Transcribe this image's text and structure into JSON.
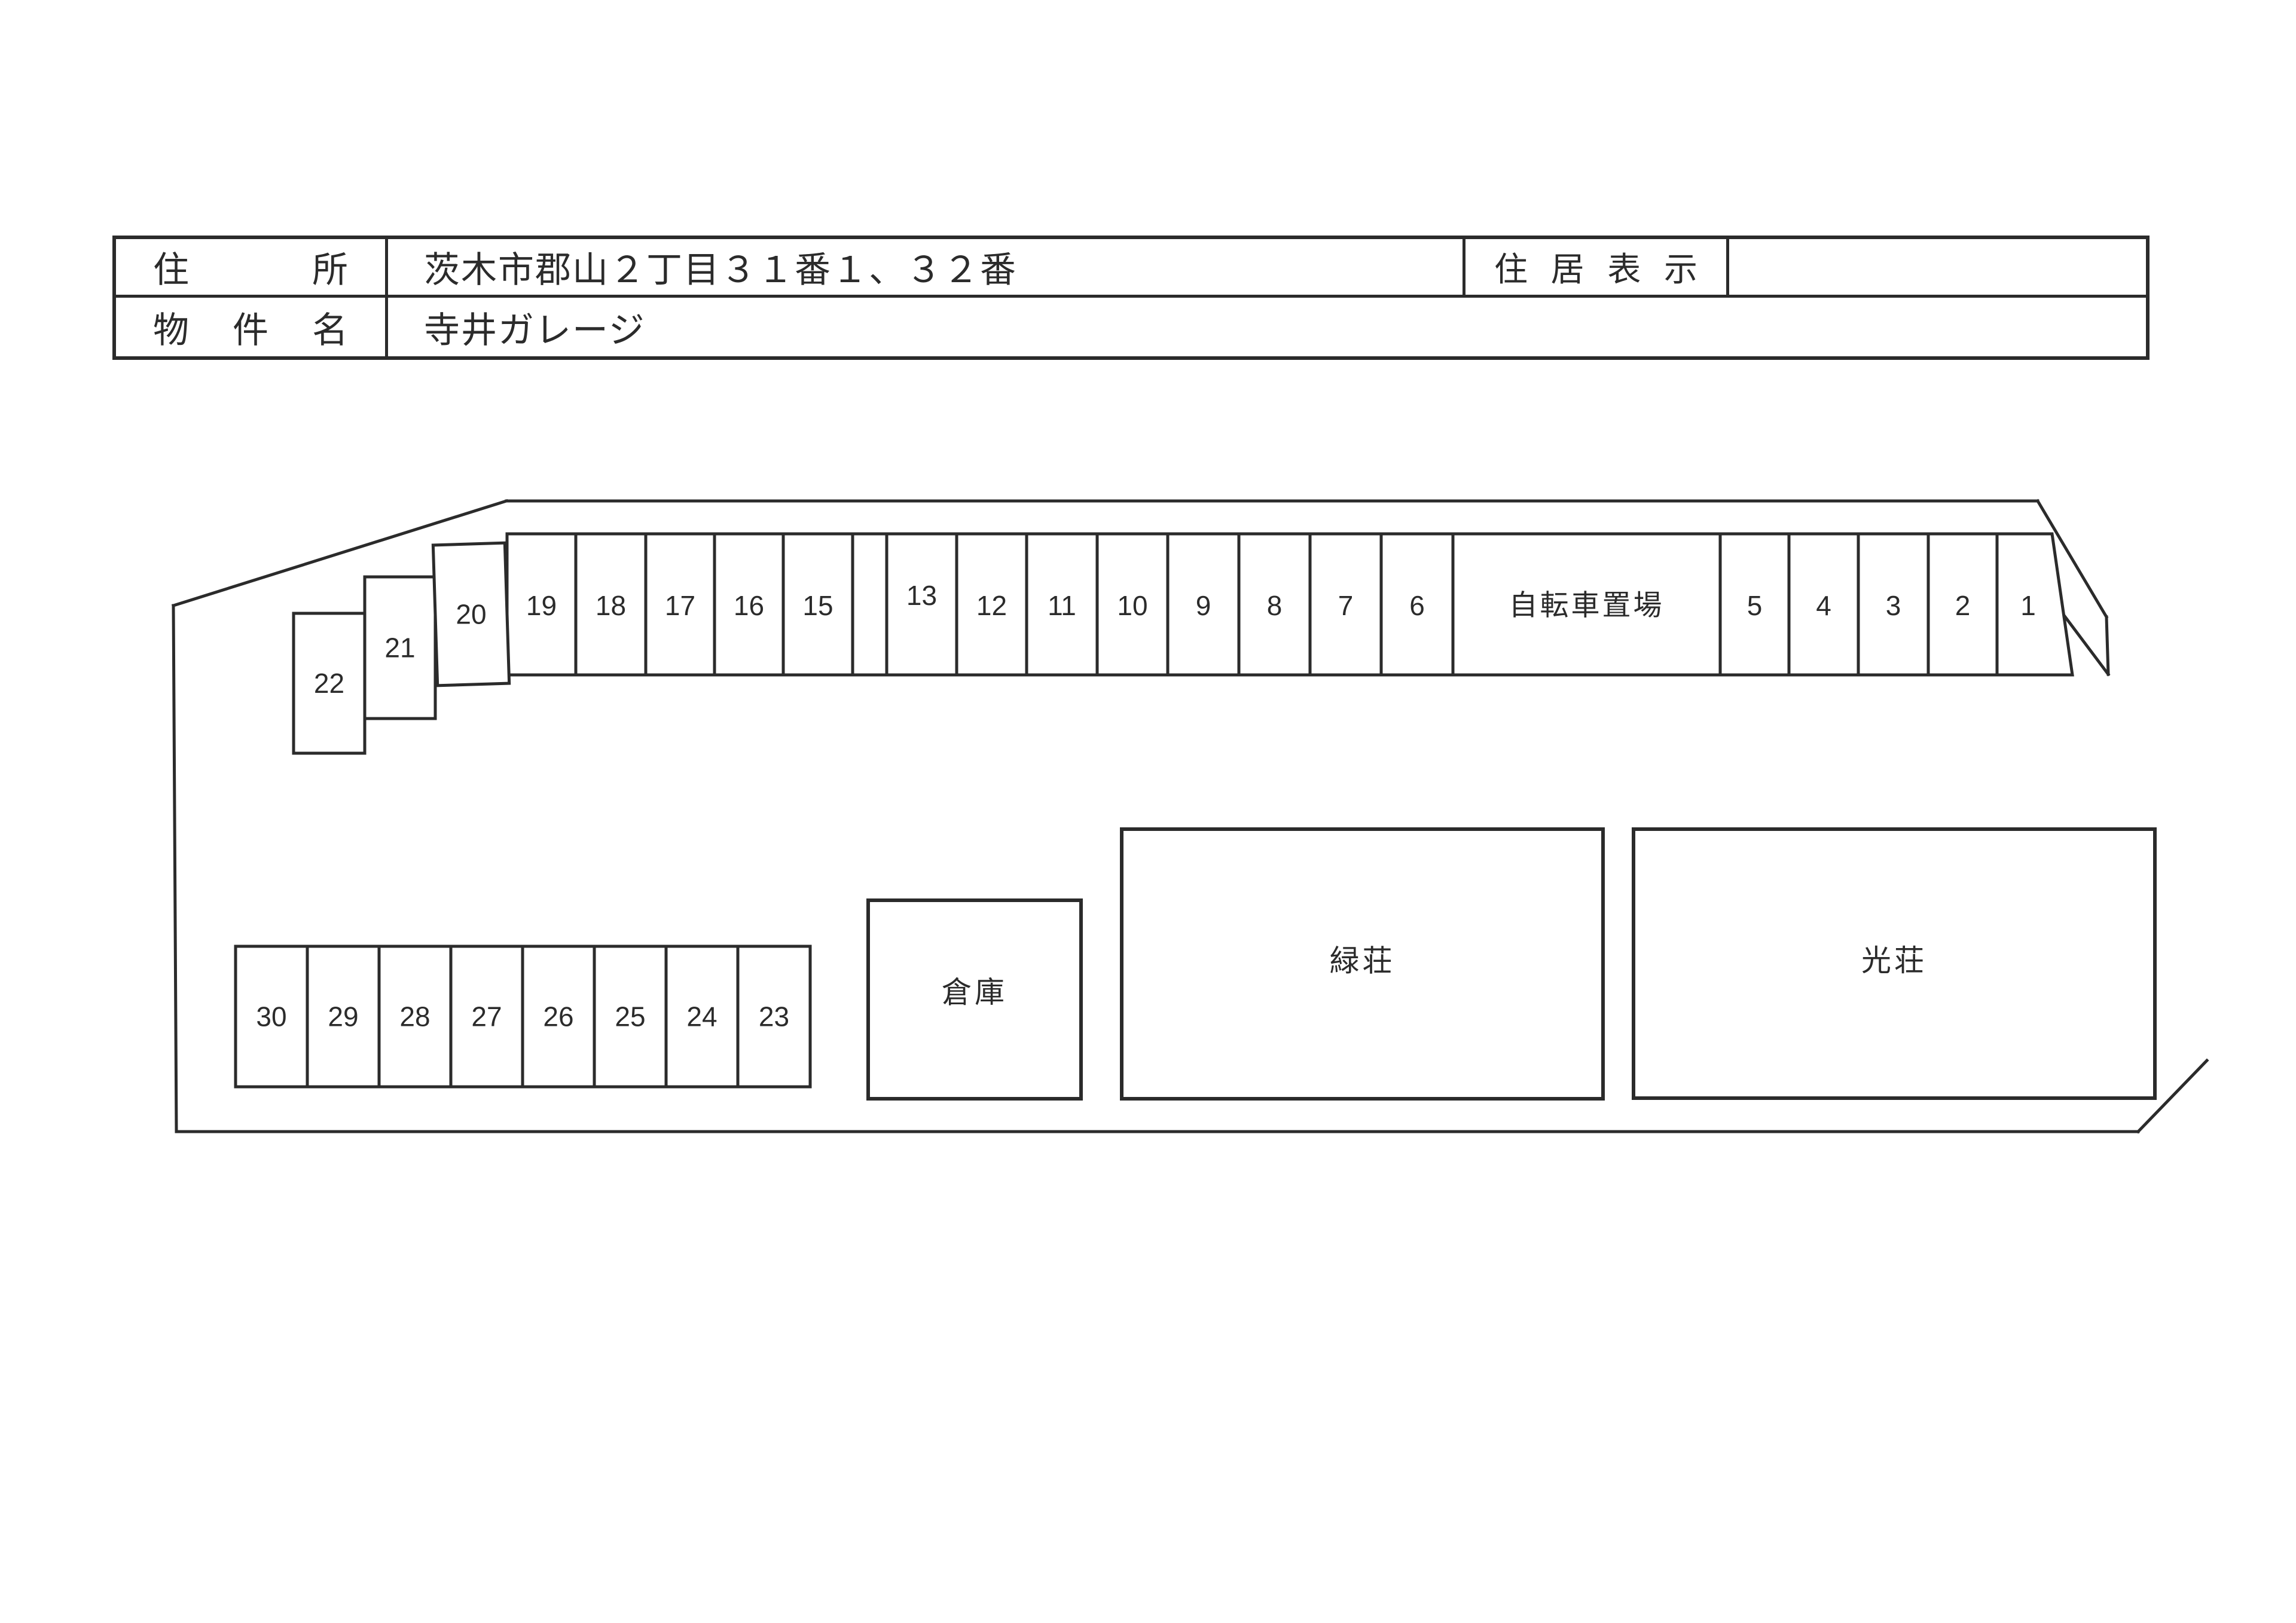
{
  "header": {
    "address_label": "住所",
    "address_value": "茨木市郡山２丁目３１番１、３２番",
    "residence_display_label": "住居表示",
    "residence_display_value": "",
    "property_name_label": "物件名",
    "property_name_value": "寺井ガレージ"
  },
  "site_plan": {
    "top_row": [
      "19",
      "18",
      "17",
      "16",
      "15",
      "",
      "13",
      "12",
      "11",
      "10",
      "9",
      "8",
      "7",
      "6"
    ],
    "bicycle_parking_label": "自転車置場",
    "right_row": [
      "5",
      "4",
      "3",
      "2",
      "1"
    ],
    "staggered_stalls": [
      "22",
      "21",
      "20"
    ],
    "bottom_row": [
      "30",
      "29",
      "28",
      "27",
      "26",
      "25",
      "24",
      "23"
    ],
    "buildings": {
      "warehouse": "倉庫",
      "midori_so": "緑荘",
      "hikari_so": "光荘"
    }
  },
  "colors": {
    "ink": "#2b2b2b",
    "paper": "#ffffff"
  }
}
